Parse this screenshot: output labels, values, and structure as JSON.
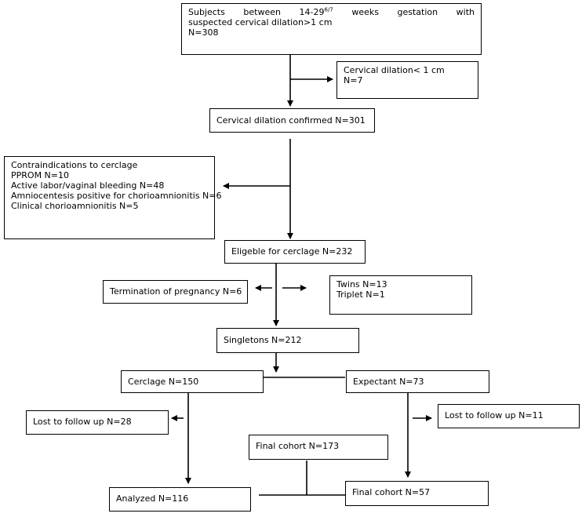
{
  "boxes": {
    "subjects": {
      "line1_pre": "Subjects between 14-29",
      "line1_sup": "6/7",
      "line1_post": " weeks gestation with",
      "line2": "suspected cervical dilation>1 cm",
      "line3": "N=308"
    },
    "dilation_lt1": {
      "line1": "Cervical dilation< 1 cm",
      "line2": "N=7"
    },
    "confirmed": {
      "text": "Cervical dilation confirmed N=301"
    },
    "contraindications": {
      "lines": [
        "Contraindications to cerclage",
        "PPROM N=10",
        "Active labor/vaginal bleeding N=48",
        "Amniocentesis positive for chorioamnionitis N=6",
        "Clinical chorioamnionitis N=5"
      ]
    },
    "eligible": {
      "text": "Eligeble for cerclage N=232"
    },
    "termination": {
      "text": "Termination of pregnancy N=6"
    },
    "twins": {
      "line1": "Twins N=13",
      "line2": "Triplet N=1"
    },
    "singletons": {
      "text": "Singletons N=212"
    },
    "cerclage": {
      "text": "Cerclage N=150"
    },
    "expectant": {
      "text": "Expectant N=73"
    },
    "lost_left": {
      "text": "Lost to follow up N=28"
    },
    "lost_right": {
      "text": "Lost to follow up N=11"
    },
    "final_top": {
      "text": "Final cohort N=173"
    },
    "analyzed": {
      "text": "Analyzed N=116"
    },
    "final_right": {
      "text": "Final cohort N=57"
    }
  }
}
